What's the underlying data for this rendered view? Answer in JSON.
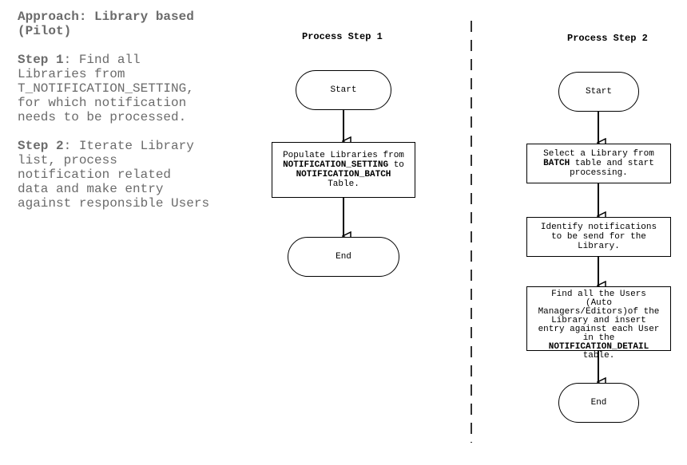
{
  "left": {
    "title": "Approach: Library based\n(Pilot)",
    "step1_label": "Step 1",
    "step1_text": ": Find all\nLibraries from\nT_NOTIFICATION_SETTING,\nfor which notification\nneeds to be processed.",
    "step2_label": "Step 2",
    "step2_text": ": Iterate Library\nlist, process\nnotification related\ndata and make entry\nagainst responsible Users"
  },
  "process1": {
    "title": "Process Step 1",
    "start": "Start",
    "box1_pre": "Populate Libraries from",
    "box1_code1": "NOTIFICATION_SETTING",
    "box1_mid": " to",
    "box1_code2": "NOTIFICATION_BATCH",
    "box1_post": "Table.",
    "end": "End"
  },
  "process2": {
    "title": "Process Step 2",
    "start": "Start",
    "box1_pre": "Select a Library from",
    "box1_code": "BATCH",
    "box1_post": " table and start\nprocessing.",
    "box2": "Identify notifications\nto be send for the\nLibrary.",
    "box3_pre": "Find all the Users\n(Auto\nManagers/Editors)of the\nLibrary and insert\nentry against each User\nin the",
    "box3_code": "NOTIFICATION_DETAIL",
    "box3_post": "table.",
    "end": "End"
  }
}
